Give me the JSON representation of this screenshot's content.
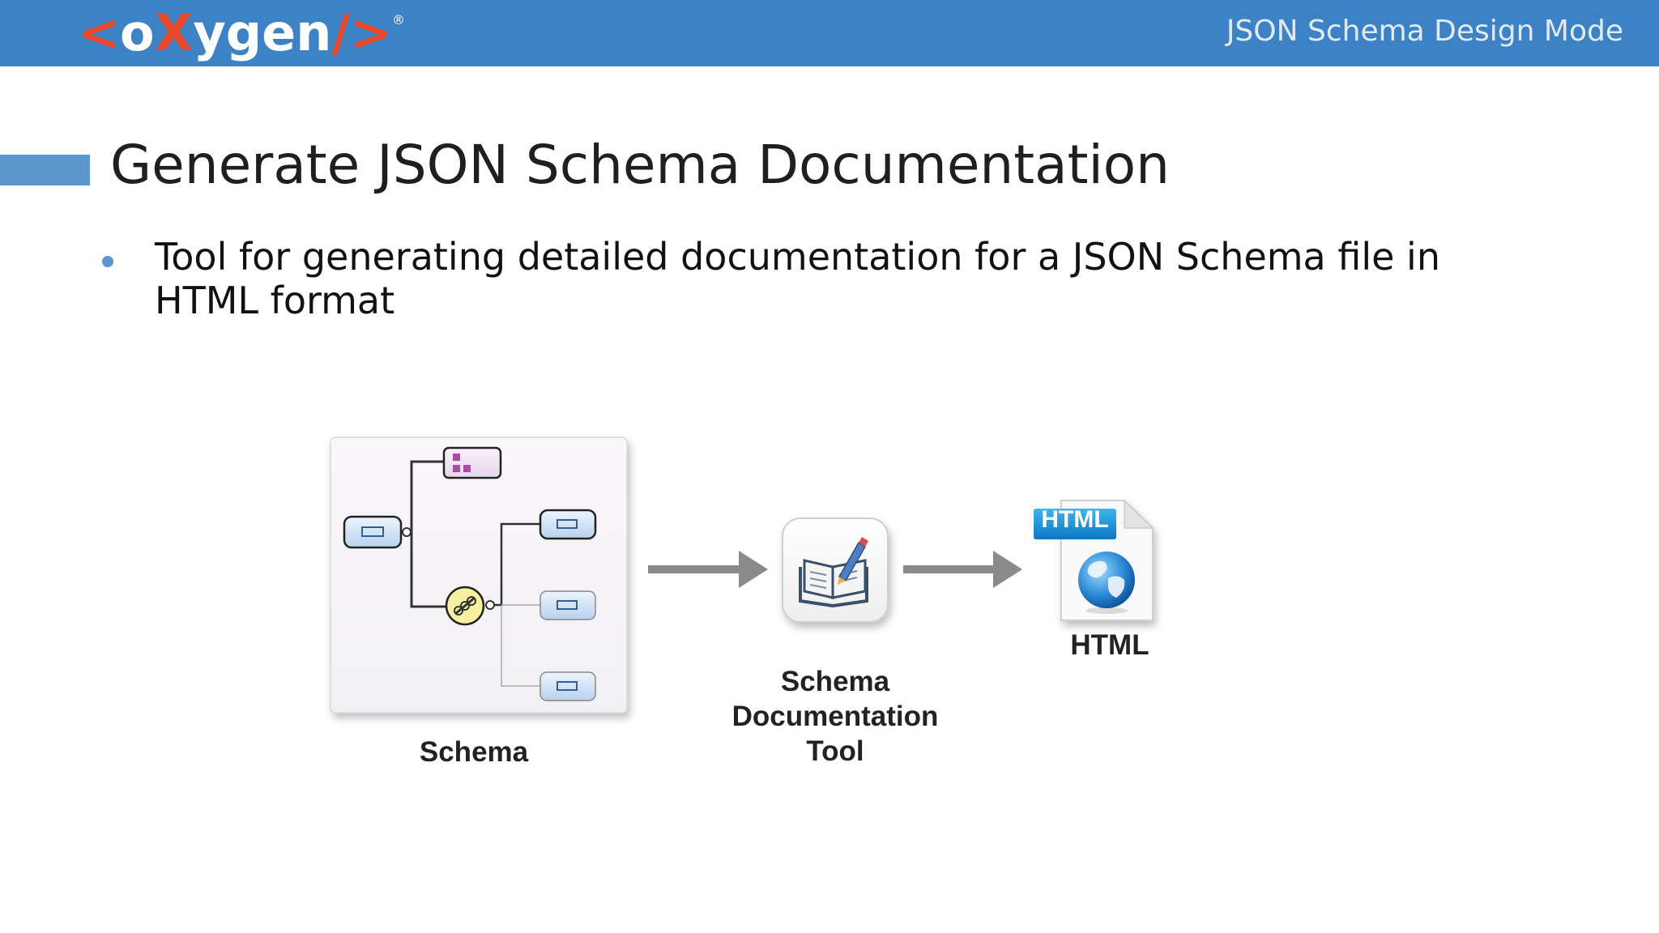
{
  "header": {
    "logo": {
      "open": "<",
      "o": "o",
      "x": "X",
      "ygen": "ygen",
      "close": "/>",
      "reg": "®"
    },
    "mode": "JSON Schema Design Mode",
    "color": "#3d82c4"
  },
  "slide": {
    "title": "Generate JSON Schema Documentation",
    "bullets": [
      "Tool for generating detailed documentation for a JSON Schema file in HTML format"
    ]
  },
  "diagram": {
    "schema_label": "Schema",
    "tool_label_lines": [
      "Schema",
      "Documentation",
      "Tool"
    ],
    "output_label": "HTML",
    "badge_text": "HTML",
    "icons": [
      "schema-diagram-icon",
      "arrow-right-icon",
      "documentation-tool-icon",
      "html-file-icon",
      "globe-icon"
    ]
  }
}
